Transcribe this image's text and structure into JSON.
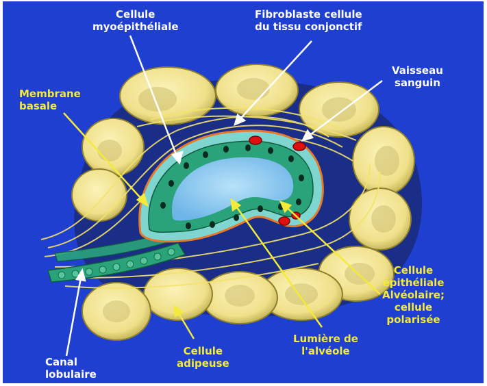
{
  "diagram": {
    "colors": {
      "background": "#1f3fd0",
      "white_label": "#ffffff",
      "yellow_label": "#f4ea3a",
      "adipose_cell": "#efe08a",
      "epithelium": "#2aa37a",
      "lumen": "#9fd2f2",
      "blood_vessel": "#e01010"
    },
    "labels": {
      "myoepithelial": "Cellule\nmyoépithéliale",
      "fibroblast": "Fibroblaste cellule\ndu tissu conjonctif",
      "vessel": "Vaisseau\nsanguin",
      "basal_membrane": "Membrane\nbasale",
      "epithelial": "Cellule\népithéliale\nAlvéolaire;\ncellule\npolarisée",
      "lumen": "Lumière de\nl'alvéole",
      "adipose": "Cellule\nadipeuse",
      "duct": "Canal\nlobulaire"
    }
  }
}
